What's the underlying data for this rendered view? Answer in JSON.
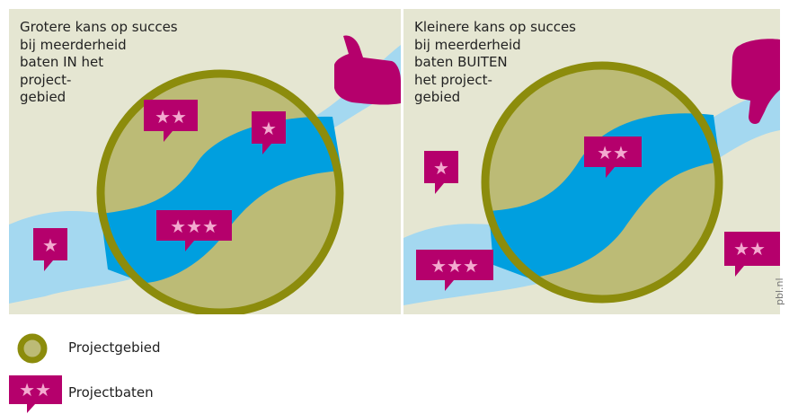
{
  "panels": [
    {
      "id": "left",
      "text": "Grotere kans op succes\nbij meerderheid\nbaten IN het\nproject-\ngebied",
      "thumb": "thumbs-up-icon"
    },
    {
      "id": "right",
      "text": "Kleinere kans op succes\nbij meerderheid\nbaten BUITEN\nhet project-\ngebied",
      "thumb": "thumbs-down-icon"
    }
  ],
  "legend": {
    "projectgebied": "Projectgebied",
    "projectbaten": "Projectbaten"
  },
  "credit": "pbl.nl",
  "colors": {
    "background": "#e5e6d2",
    "river_light": "#a4d8f0",
    "river_dark": "#009fdf",
    "area_fill": "#bcbb76",
    "area_ring": "#8c8c0c",
    "benefit": "#b5006c",
    "star": "#f3a9cf"
  }
}
